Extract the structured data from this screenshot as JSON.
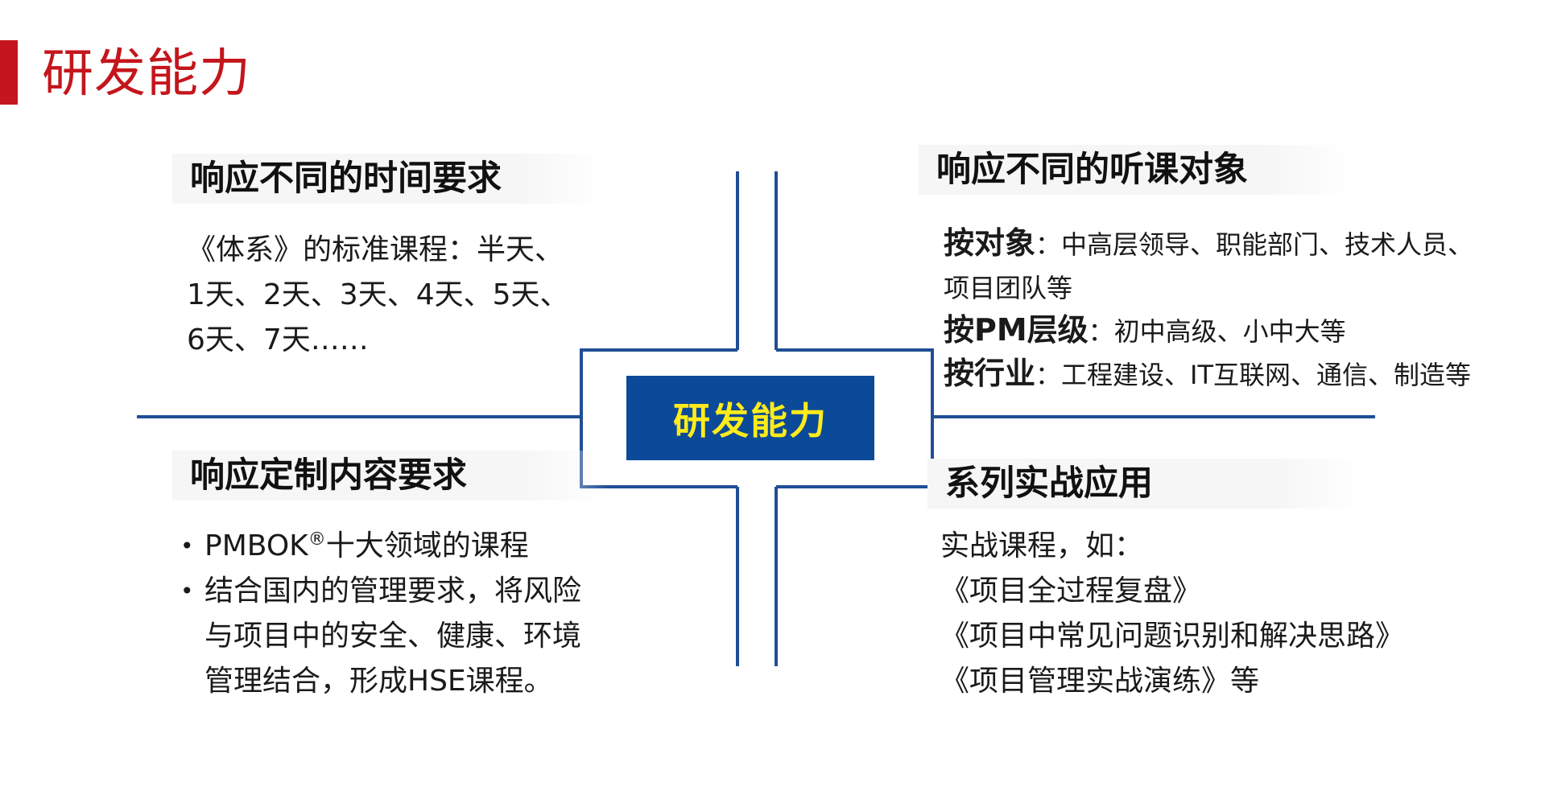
{
  "page": {
    "title": "研发能力",
    "accent_color": "#c4161c"
  },
  "center": {
    "label": "研发能力",
    "bg_color": "#0b4a99",
    "text_color": "#ffeb1a"
  },
  "quadrants": {
    "top_left": {
      "heading": "响应不同的时间要求",
      "lines": [
        "《体系》的标准课程：半天、",
        "1天、2天、3天、4天、5天、",
        "6天、7天……"
      ]
    },
    "top_right": {
      "heading": "响应不同的听课对象",
      "rows": [
        {
          "label": "按对象",
          "text": "：中高层领导、职能部门、技术人员、"
        },
        {
          "label": "",
          "text": "项目团队等"
        },
        {
          "label": "按PM层级",
          "text": "：初中高级、小中大等"
        },
        {
          "label": "按行业",
          "text": "：工程建设、IT互联网、通信、制造等"
        }
      ]
    },
    "bottom_left": {
      "heading": "响应定制内容要求",
      "bullet": "•",
      "items": [
        {
          "lines": [
            "PMBOK",
            "十大领域的课程"
          ],
          "sup": "®"
        },
        {
          "lines": [
            "结合国内的管理要求，将风险",
            "与项目中的安全、健康、环境",
            "管理结合，形成HSE课程。"
          ]
        }
      ]
    },
    "bottom_right": {
      "heading": "系列实战应用",
      "lines": [
        "实战课程，如：",
        "《项目全过程复盘》",
        "《项目中常见问题识别和解决思路》",
        "《项目管理实战演练》等"
      ]
    }
  },
  "line_color": "#1f4e96"
}
